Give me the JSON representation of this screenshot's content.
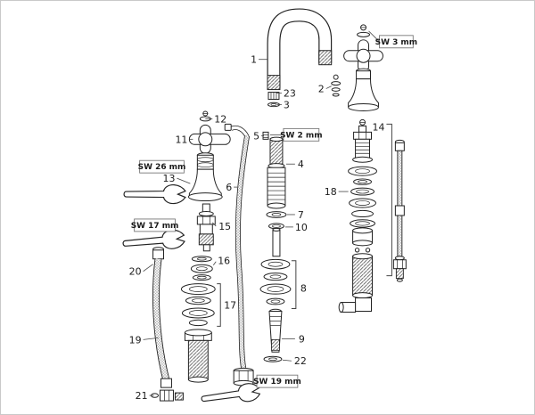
{
  "diagram": {
    "parts": {
      "p1": "1",
      "p2": "2",
      "p3": "3",
      "p4": "4",
      "p5": "5",
      "p6": "6",
      "p7": "7",
      "p8": "8",
      "p9": "9",
      "p10": "10",
      "p11": "11",
      "p12": "12",
      "p13": "13",
      "p14": "14",
      "p15": "15",
      "p16": "16",
      "p17": "17",
      "p18": "18",
      "p19": "19",
      "p20": "20",
      "p21": "21",
      "p22": "22",
      "p23": "23"
    },
    "tools": {
      "sw3": "SW 3 mm",
      "sw2": "SW 2 mm",
      "sw26": "SW 26 mm",
      "sw17": "SW 17 mm",
      "sw19": "SW 19 mm"
    }
  }
}
